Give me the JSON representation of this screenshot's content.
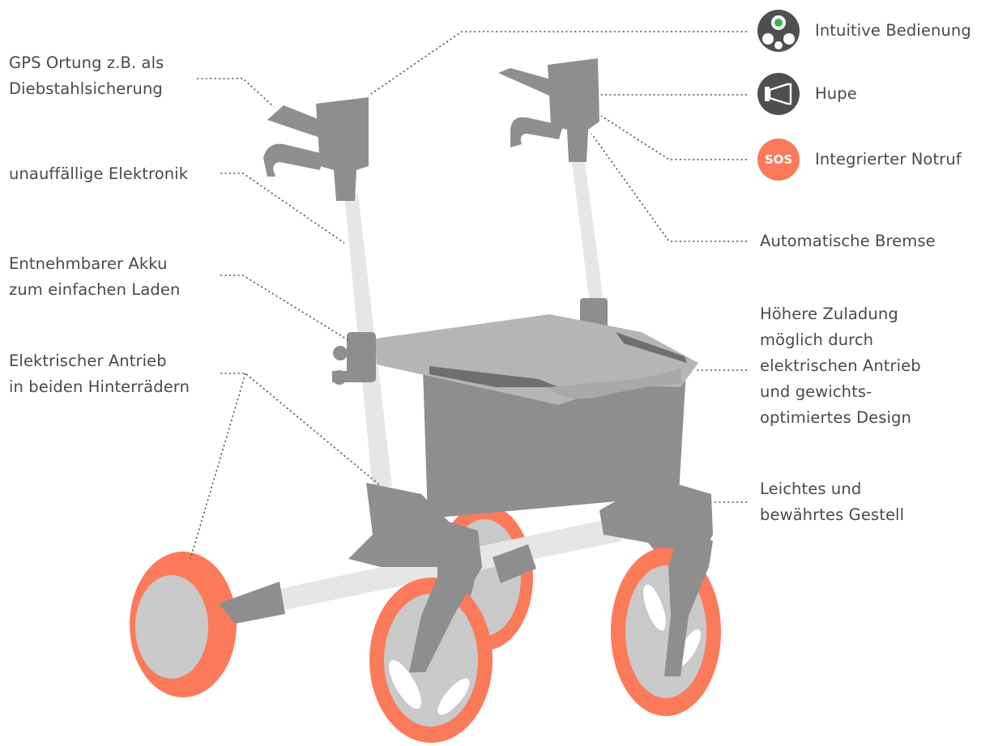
{
  "labels_left": [
    {
      "id": "gps",
      "lines": [
        "GPS Ortung z.B. als",
        "Diebstahlsicherung"
      ]
    },
    {
      "id": "electronics",
      "lines": [
        "unauffällige Elektronik"
      ]
    },
    {
      "id": "battery",
      "lines": [
        "Entnehmbarer Akku",
        "zum einfachen Laden"
      ]
    },
    {
      "id": "drive",
      "lines": [
        "Elektrischer Antrieb",
        "in beiden Hinterrädern"
      ]
    }
  ],
  "labels_right": [
    {
      "id": "intuitive",
      "lines": [
        "Intuitive Bedienung"
      ],
      "icon": "control-pad-icon"
    },
    {
      "id": "horn",
      "lines": [
        "Hupe"
      ],
      "icon": "horn-icon"
    },
    {
      "id": "sos",
      "lines": [
        "Integrierter Notruf"
      ],
      "icon": "sos-icon",
      "icon_text": "SOS"
    },
    {
      "id": "brake",
      "lines": [
        "Automatische Bremse"
      ]
    },
    {
      "id": "payload",
      "lines": [
        "Höhere Zuladung",
        "möglich durch",
        "elektrischen Antrieb",
        "und gewichts-",
        "optimiertes Design"
      ]
    },
    {
      "id": "frame",
      "lines": [
        "Leichtes und",
        "bewährtes Gestell"
      ]
    }
  ],
  "colors": {
    "text": "#4a4a4a",
    "frame_gray": "#8e8e8e",
    "dark_gray": "#6f6f6f",
    "light_tube": "#e6e6e6",
    "seat": "#b5b5b5",
    "tire": "#fb7a5a",
    "hub": "#c9c9c9",
    "icon_dark": "#4f4f4f",
    "icon_green": "#38b449",
    "sos_bg": "#fb7a5a",
    "leader": "#5a5a5a"
  }
}
